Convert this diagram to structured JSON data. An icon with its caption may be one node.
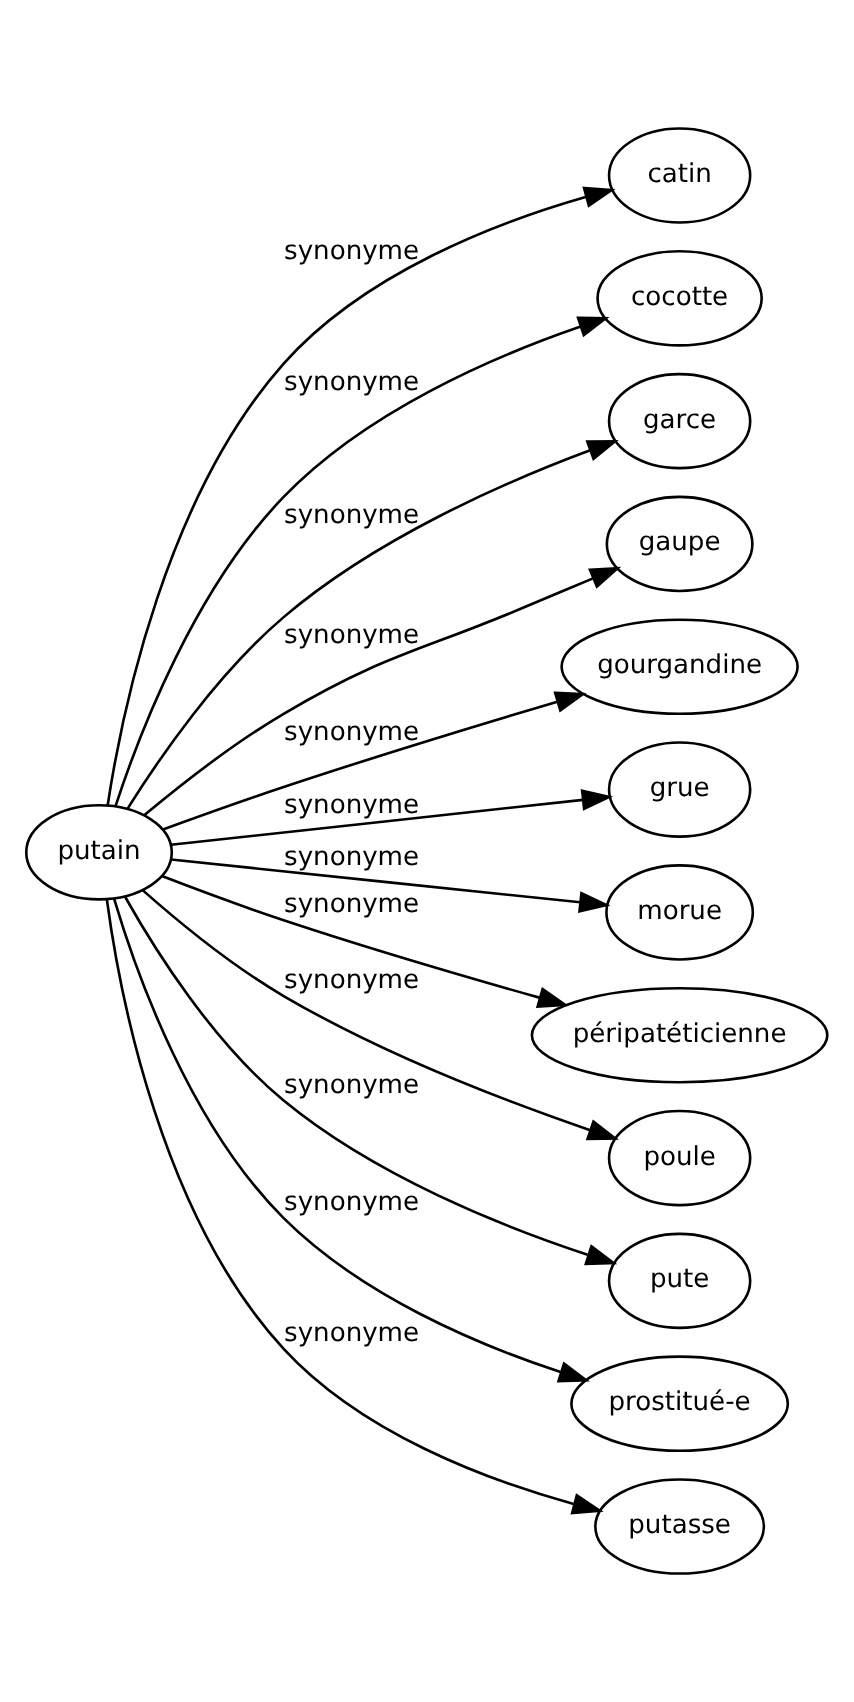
{
  "diagram": {
    "nodes": [
      {
        "text": [
          "putain"
        ]
      },
      {
        "text": [
          "catin"
        ]
      },
      {
        "text": [
          "cocotte"
        ]
      },
      {
        "text": [
          "garce"
        ]
      },
      {
        "text": [
          "gaupe"
        ]
      },
      {
        "text": [
          "gourgandine"
        ]
      },
      {
        "text": [
          "grue"
        ]
      },
      {
        "text": [
          "morue"
        ]
      },
      {
        "text": [
          "péripatéticienne"
        ]
      },
      {
        "text": [
          "poule"
        ]
      },
      {
        "text": [
          "pute"
        ]
      },
      {
        "text": [
          "prostitué-e"
        ]
      },
      {
        "text": [
          "putasse"
        ]
      }
    ],
    "edges": [
      {
        "from": 0,
        "to": 1,
        "arrow": "to",
        "label": "synonyme"
      },
      {
        "from": 0,
        "to": 2,
        "arrow": "to",
        "label": "synonyme"
      },
      {
        "from": 0,
        "to": 3,
        "arrow": "to",
        "label": "synonyme"
      },
      {
        "from": 0,
        "to": 4,
        "arrow": "to",
        "label": "synonyme"
      },
      {
        "from": 0,
        "to": 5,
        "arrow": "to",
        "label": "synonyme"
      },
      {
        "from": 0,
        "to": 6,
        "arrow": "to",
        "label": "synonyme"
      },
      {
        "from": 0,
        "to": 7,
        "arrow": "to",
        "label": "synonyme"
      },
      {
        "from": 0,
        "to": 8,
        "arrow": "to",
        "label": "synonyme"
      },
      {
        "from": 0,
        "to": 9,
        "arrow": "to",
        "label": "synonyme"
      },
      {
        "from": 0,
        "to": 10,
        "arrow": "to",
        "label": "synonyme"
      },
      {
        "from": 0,
        "to": 11,
        "arrow": "to",
        "label": "synonyme"
      },
      {
        "from": 0,
        "to": 12,
        "arrow": "to",
        "label": "synonyme"
      }
    ]
  }
}
